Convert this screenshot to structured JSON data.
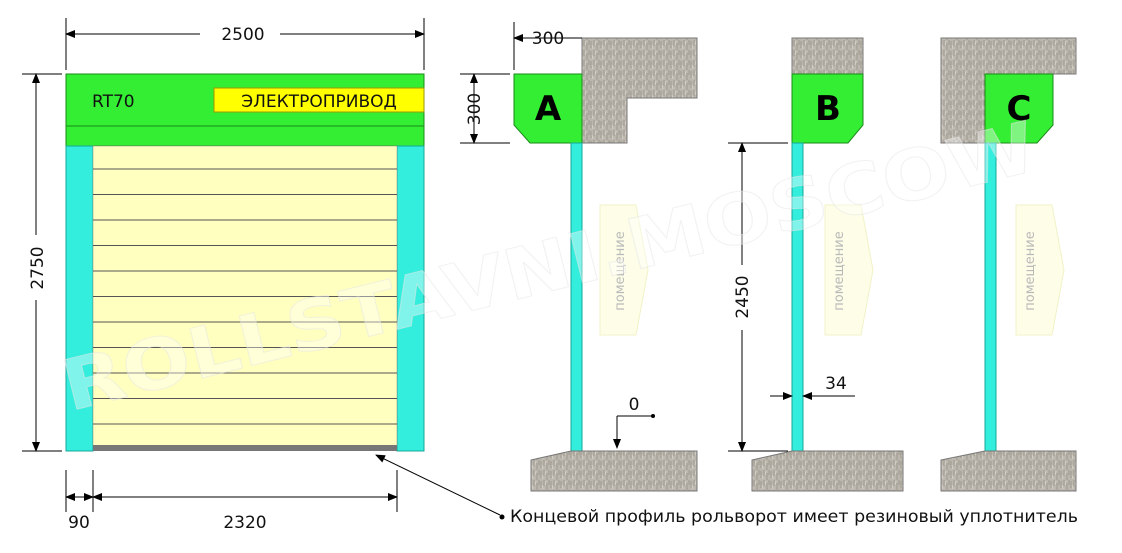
{
  "dimensions": {
    "total_width": "2500",
    "total_height": "2750",
    "side_guide": "90",
    "opening_width": "2320",
    "box_top": "300",
    "box_height": "300",
    "opening_height": "2450",
    "guide_thickness": "34",
    "floor_level": "0"
  },
  "front_view": {
    "model": "RT70",
    "drive_label": "ЭЛЕКТРОПРИВОД"
  },
  "sections": [
    {
      "letter": "A",
      "room_label": "помещение"
    },
    {
      "letter": "B",
      "room_label": "помещение"
    },
    {
      "letter": "C",
      "room_label": "помещение"
    }
  ],
  "note": "Концевой профиль рольворот имеет резиновый уплотнитель",
  "watermark": "ROLLSTAVNI.MOSCOW",
  "colors": {
    "box": "#33ee33",
    "guide": "#33eedd",
    "curtain": "#ffffc0",
    "slat_line": "#555555",
    "concrete": "#bdb8b0",
    "drive_badge": "#ffff00"
  }
}
